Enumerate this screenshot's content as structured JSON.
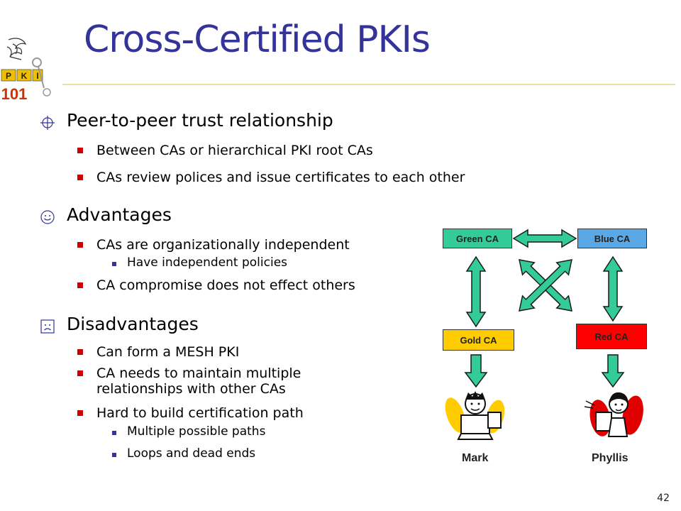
{
  "slide": {
    "title": "Cross-Certified PKIs",
    "page_number": "42"
  },
  "logo": {
    "letters": [
      "P",
      "K",
      "I"
    ],
    "number": "101"
  },
  "sections": [
    {
      "heading": "Peer-to-peer trust relationship",
      "icon": "crosshair-icon",
      "items": [
        {
          "text": "Between CAs or hierarchical PKI root CAs"
        },
        {
          "text": "CAs review polices and issue certificates to each other"
        }
      ]
    },
    {
      "heading": "Advantages",
      "icon": "smiley-face-icon",
      "items": [
        {
          "text": "CAs are organizationally independent",
          "sub": [
            "Have independent policies"
          ]
        },
        {
          "text": "CA compromise does not effect others"
        }
      ]
    },
    {
      "heading": "Disadvantages",
      "icon": "frown-face-icon",
      "items": [
        {
          "text": "Can form a MESH PKI"
        },
        {
          "text_lines": [
            "CA needs to maintain multiple",
            "relationships with other CAs"
          ]
        },
        {
          "text": "Hard to build certification path",
          "sub": [
            "Multiple possible paths",
            "Loops and dead ends"
          ]
        }
      ]
    }
  ],
  "diagram": {
    "cas": {
      "green": {
        "label": "Green CA",
        "color": "#33cc99"
      },
      "blue": {
        "label": "Blue CA",
        "color": "#5aa8e6"
      },
      "gold": {
        "label": "Gold CA",
        "color": "#ffcc00"
      },
      "red": {
        "label": "Red CA",
        "color": "#ff0000"
      }
    },
    "arrow_color": "#33cc99",
    "people": {
      "mark": "Mark",
      "phyllis": "Phyllis"
    }
  }
}
